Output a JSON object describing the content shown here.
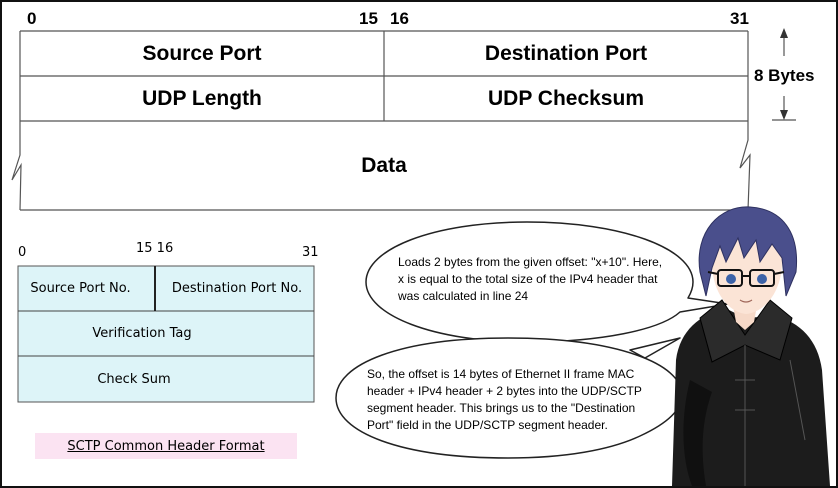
{
  "udp": {
    "bits": {
      "b0": "0",
      "b15": "15",
      "b16": "16",
      "b31": "31"
    },
    "source_port": "Source Port",
    "destination_port": "Destination Port",
    "udp_length": "UDP Length",
    "udp_checksum": "UDP Checksum",
    "data": "Data",
    "size_label": "8 Bytes"
  },
  "sctp": {
    "bits": {
      "b0": "0",
      "b1516": "15 16",
      "b31": "31"
    },
    "source_port": "Source Port No.",
    "destination_port": "Destination Port No.",
    "verification_tag": "Verification Tag",
    "check_sum": "Check Sum",
    "caption": "SCTP Common Header Format"
  },
  "bubbles": {
    "top_lines": [
      "Loads 2 bytes from the given offset: \"x+10\". Here,",
      "x is equal to the total size of the IPv4 header that",
      "was calculated in line 24"
    ],
    "bottom_lines": [
      "So, the offset is 14 bytes of Ethernet II frame MAC",
      "header + IPv4 header + 2 bytes into the UDP/SCTP",
      "segment header. This brings us to the \"Destination",
      "Port\" field in the UDP/SCTP segment header."
    ]
  },
  "colors": {
    "sctp_fill": "#ddf4f8",
    "caption_bg": "#fbe3f2",
    "hair": "#4a4f8c",
    "coat": "#1c1c1c"
  }
}
